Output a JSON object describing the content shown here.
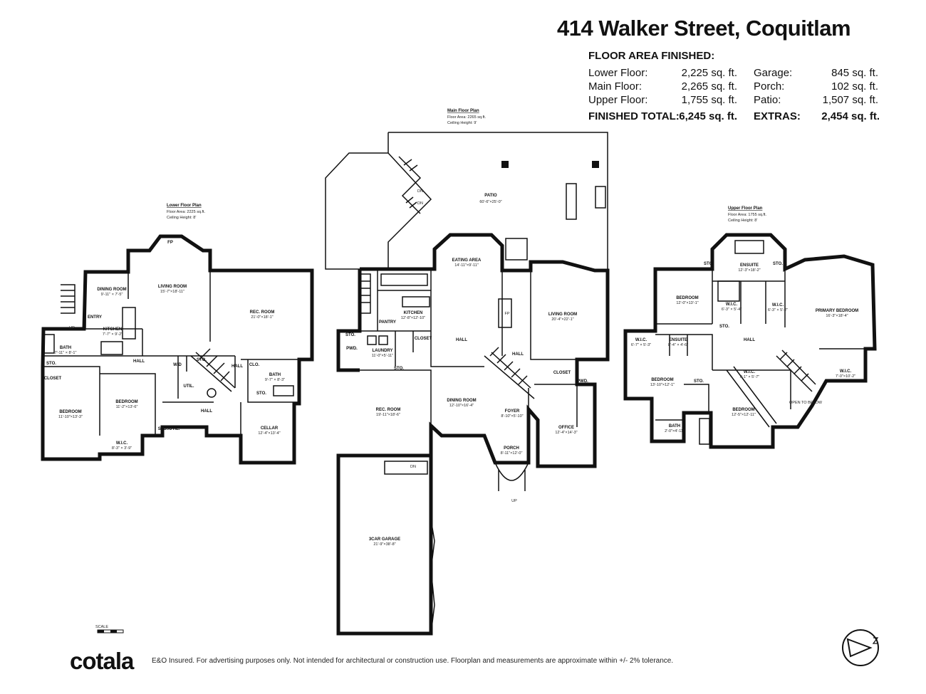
{
  "title": "414 Walker Street, Coquitlam",
  "area": {
    "heading": "FLOOR AREA FINISHED:",
    "left": [
      {
        "label": "Lower Floor:",
        "value": "2,225 sq. ft."
      },
      {
        "label": "Main Floor:",
        "value": "2,265 sq. ft."
      },
      {
        "label": "Upper Floor:",
        "value": "1,755 sq. ft."
      }
    ],
    "right": [
      {
        "label": "Garage:",
        "value": "845 sq. ft."
      },
      {
        "label": "Porch:",
        "value": "102 sq. ft."
      },
      {
        "label": "Patio:",
        "value": "1,507 sq. ft."
      }
    ],
    "finished_label": "FINISHED TOTAL:",
    "finished_value": "6,245 sq. ft.",
    "extras_label": "EXTRAS:",
    "extras_value": "2,454 sq. ft."
  },
  "lower": {
    "title": "Lower Floor Plan",
    "area": "Floor Area: 2225 sq.ft.",
    "ceiling": "Ceiling Height: 8'",
    "rooms": [
      {
        "name": "DINING ROOM",
        "dim": "9'-11\" × 7'-5\""
      },
      {
        "name": "LIVING ROOM",
        "dim": "15'-7\"×18'-11\""
      },
      {
        "name": "REC. ROOM",
        "dim": "21'-0\"×18'-1\""
      },
      {
        "name": "KITCHEN",
        "dim": "7'-7\" × 9'-2\""
      },
      {
        "name": "BATH",
        "dim": "7'-11\" × 8'-1\""
      },
      {
        "name": "BEDROOM",
        "dim": "11'-10\"×13'-3\""
      },
      {
        "name": "BEDROOM",
        "dim": "11'-2\"×13'-6\""
      },
      {
        "name": "W.I.C.",
        "dim": "8'-3\" × 3'-9\""
      },
      {
        "name": "BATH",
        "dim": "9'-7\" × 8'-3\""
      },
      {
        "name": "CELLAR",
        "dim": "12'-4\"×13'-4\""
      }
    ],
    "tags": [
      "ENTRY",
      "HALL",
      "HALL",
      "HALL",
      "STO.",
      "CLOSET",
      "W/D",
      "UTIL.",
      "STO.",
      "CLO.",
      "STO.",
      "STO./UTIL.",
      "FP",
      "UP"
    ]
  },
  "main": {
    "title": "Main Floor Plan",
    "area": "Floor Area: 2265 sq.ft.",
    "ceiling": "Ceiling Height: 9'",
    "rooms": [
      {
        "name": "PATIO",
        "dim": "60'-6\"×25'-0\""
      },
      {
        "name": "EATING AREA",
        "dim": "14'-11\"×9'-11\""
      },
      {
        "name": "KITCHEN",
        "dim": "12'-8\"×12'-10\""
      },
      {
        "name": "LIVING ROOM",
        "dim": "20'-4\"×22'-1\""
      },
      {
        "name": "LAUNDRY",
        "dim": "11'-0\"×5'-11\""
      },
      {
        "name": "DINING ROOM",
        "dim": "12'-10\"×16'-4\""
      },
      {
        "name": "FOYER",
        "dim": "8'-10\"×5'-10\""
      },
      {
        "name": "REC. ROOM",
        "dim": "19'-11\"×18'-6\""
      },
      {
        "name": "PORCH",
        "dim": "8'-11\"×12'-0\""
      },
      {
        "name": "OFFICE",
        "dim": "12'-4\"×14'-3\""
      },
      {
        "name": "3CAR GARAGE",
        "dim": "21'-9\"×38'-8\""
      }
    ],
    "tags": [
      "PANTRY",
      "HALL",
      "HALL",
      "STO.",
      "PWD.",
      "CLOSET",
      "STO.",
      "CLOSET",
      "PWD.",
      "DN",
      "DN",
      "DN",
      "UP",
      "FP"
    ]
  },
  "upper": {
    "title": "Upper Floor Plan",
    "area": "Floor Area: 1755 sq.ft.",
    "ceiling": "Ceiling Height: 8'",
    "rooms": [
      {
        "name": "ENSUITE",
        "dim": "12'-3\"×18'-2\""
      },
      {
        "name": "BEDROOM",
        "dim": "12'-0\"×13'-1\""
      },
      {
        "name": "W.I.C.",
        "dim": "6'-3\" × 5'-4\""
      },
      {
        "name": "W.I.C.",
        "dim": "6'-3\" × 5'-2\""
      },
      {
        "name": "PRIMARY BEDROOM",
        "dim": "16'-3\"×18'-4\""
      },
      {
        "name": "W.I.C.",
        "dim": "6'-7\" × 5'-3\""
      },
      {
        "name": "ENSUITE",
        "dim": "8'-4\" × 4'-6\""
      },
      {
        "name": "BEDROOM",
        "dim": "13'-10\"×12'-1\""
      },
      {
        "name": "W.I.C.",
        "dim": "7'-1\" × 5'-7\""
      },
      {
        "name": "W.I.C.",
        "dim": "7'-0\"×10'-2\""
      },
      {
        "name": "BEDROOM",
        "dim": "12'-5\"×12'-11\""
      },
      {
        "name": "BATH",
        "dim": "2'-0\"×4'-11\""
      }
    ],
    "tags": [
      "HALL",
      "STO.",
      "STO.",
      "STO.",
      "STO.",
      "OPEN TO BELOW"
    ]
  },
  "scale_label": "SCALE",
  "logo": "cotala",
  "disclaimer": "E&O Insured. For advertising purposes only. Not intended for architectural or construction use. Floorplan and measurements are approximate within +/- 2% tolerance."
}
